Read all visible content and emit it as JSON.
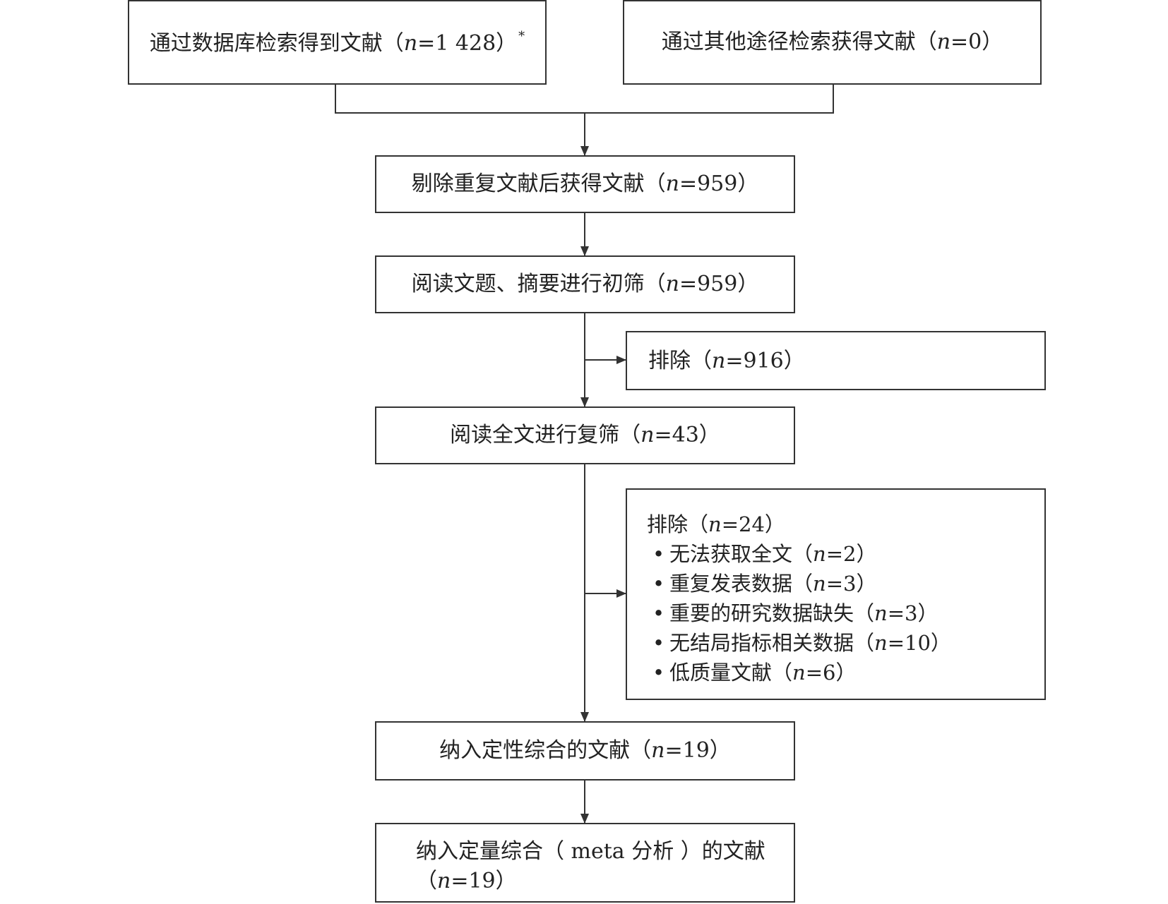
{
  "boxes": {
    "db": {
      "label": "通过数据库检索得到文献（",
      "n": "n",
      "value": "=1 428）",
      "sup": "*"
    },
    "other": {
      "label": "通过其他途径检索获得文献（",
      "n": "n",
      "value": "=0）"
    },
    "dedup": {
      "label": "剔除重复文献后获得文献（",
      "n": "n",
      "value": "=959）"
    },
    "screen": {
      "label": "阅读文题、摘要进行初筛（",
      "n": "n",
      "value": "=959）"
    },
    "exclude1": {
      "label": "排除（",
      "n": "n",
      "value": "=916）"
    },
    "fulltext": {
      "label": "阅读全文进行复筛（",
      "n": "n",
      "value": "=43）"
    },
    "exclude2": {
      "title": {
        "label": "排除（",
        "n": "n",
        "value": "=24）"
      },
      "bullet": "•",
      "reasons": [
        {
          "label": "无法获取全文（",
          "n": "n",
          "value": "=2）"
        },
        {
          "label": "重复发表数据（",
          "n": "n",
          "value": "=3）"
        },
        {
          "label": "重要的研究数据缺失（",
          "n": "n",
          "value": "=3）"
        },
        {
          "label": "无结局指标相关数据（",
          "n": "n",
          "value": "=10）"
        },
        {
          "label": "低质量文献（",
          "n": "n",
          "value": "=6）"
        }
      ]
    },
    "qualitative": {
      "label": "纳入定性综合的文献（",
      "n": "n",
      "value": "=19）"
    },
    "quantitative": {
      "label": "纳入定量综合（ meta 分析 ）的文献",
      "line2_open": "（",
      "n": "n",
      "value": "=19）"
    }
  }
}
